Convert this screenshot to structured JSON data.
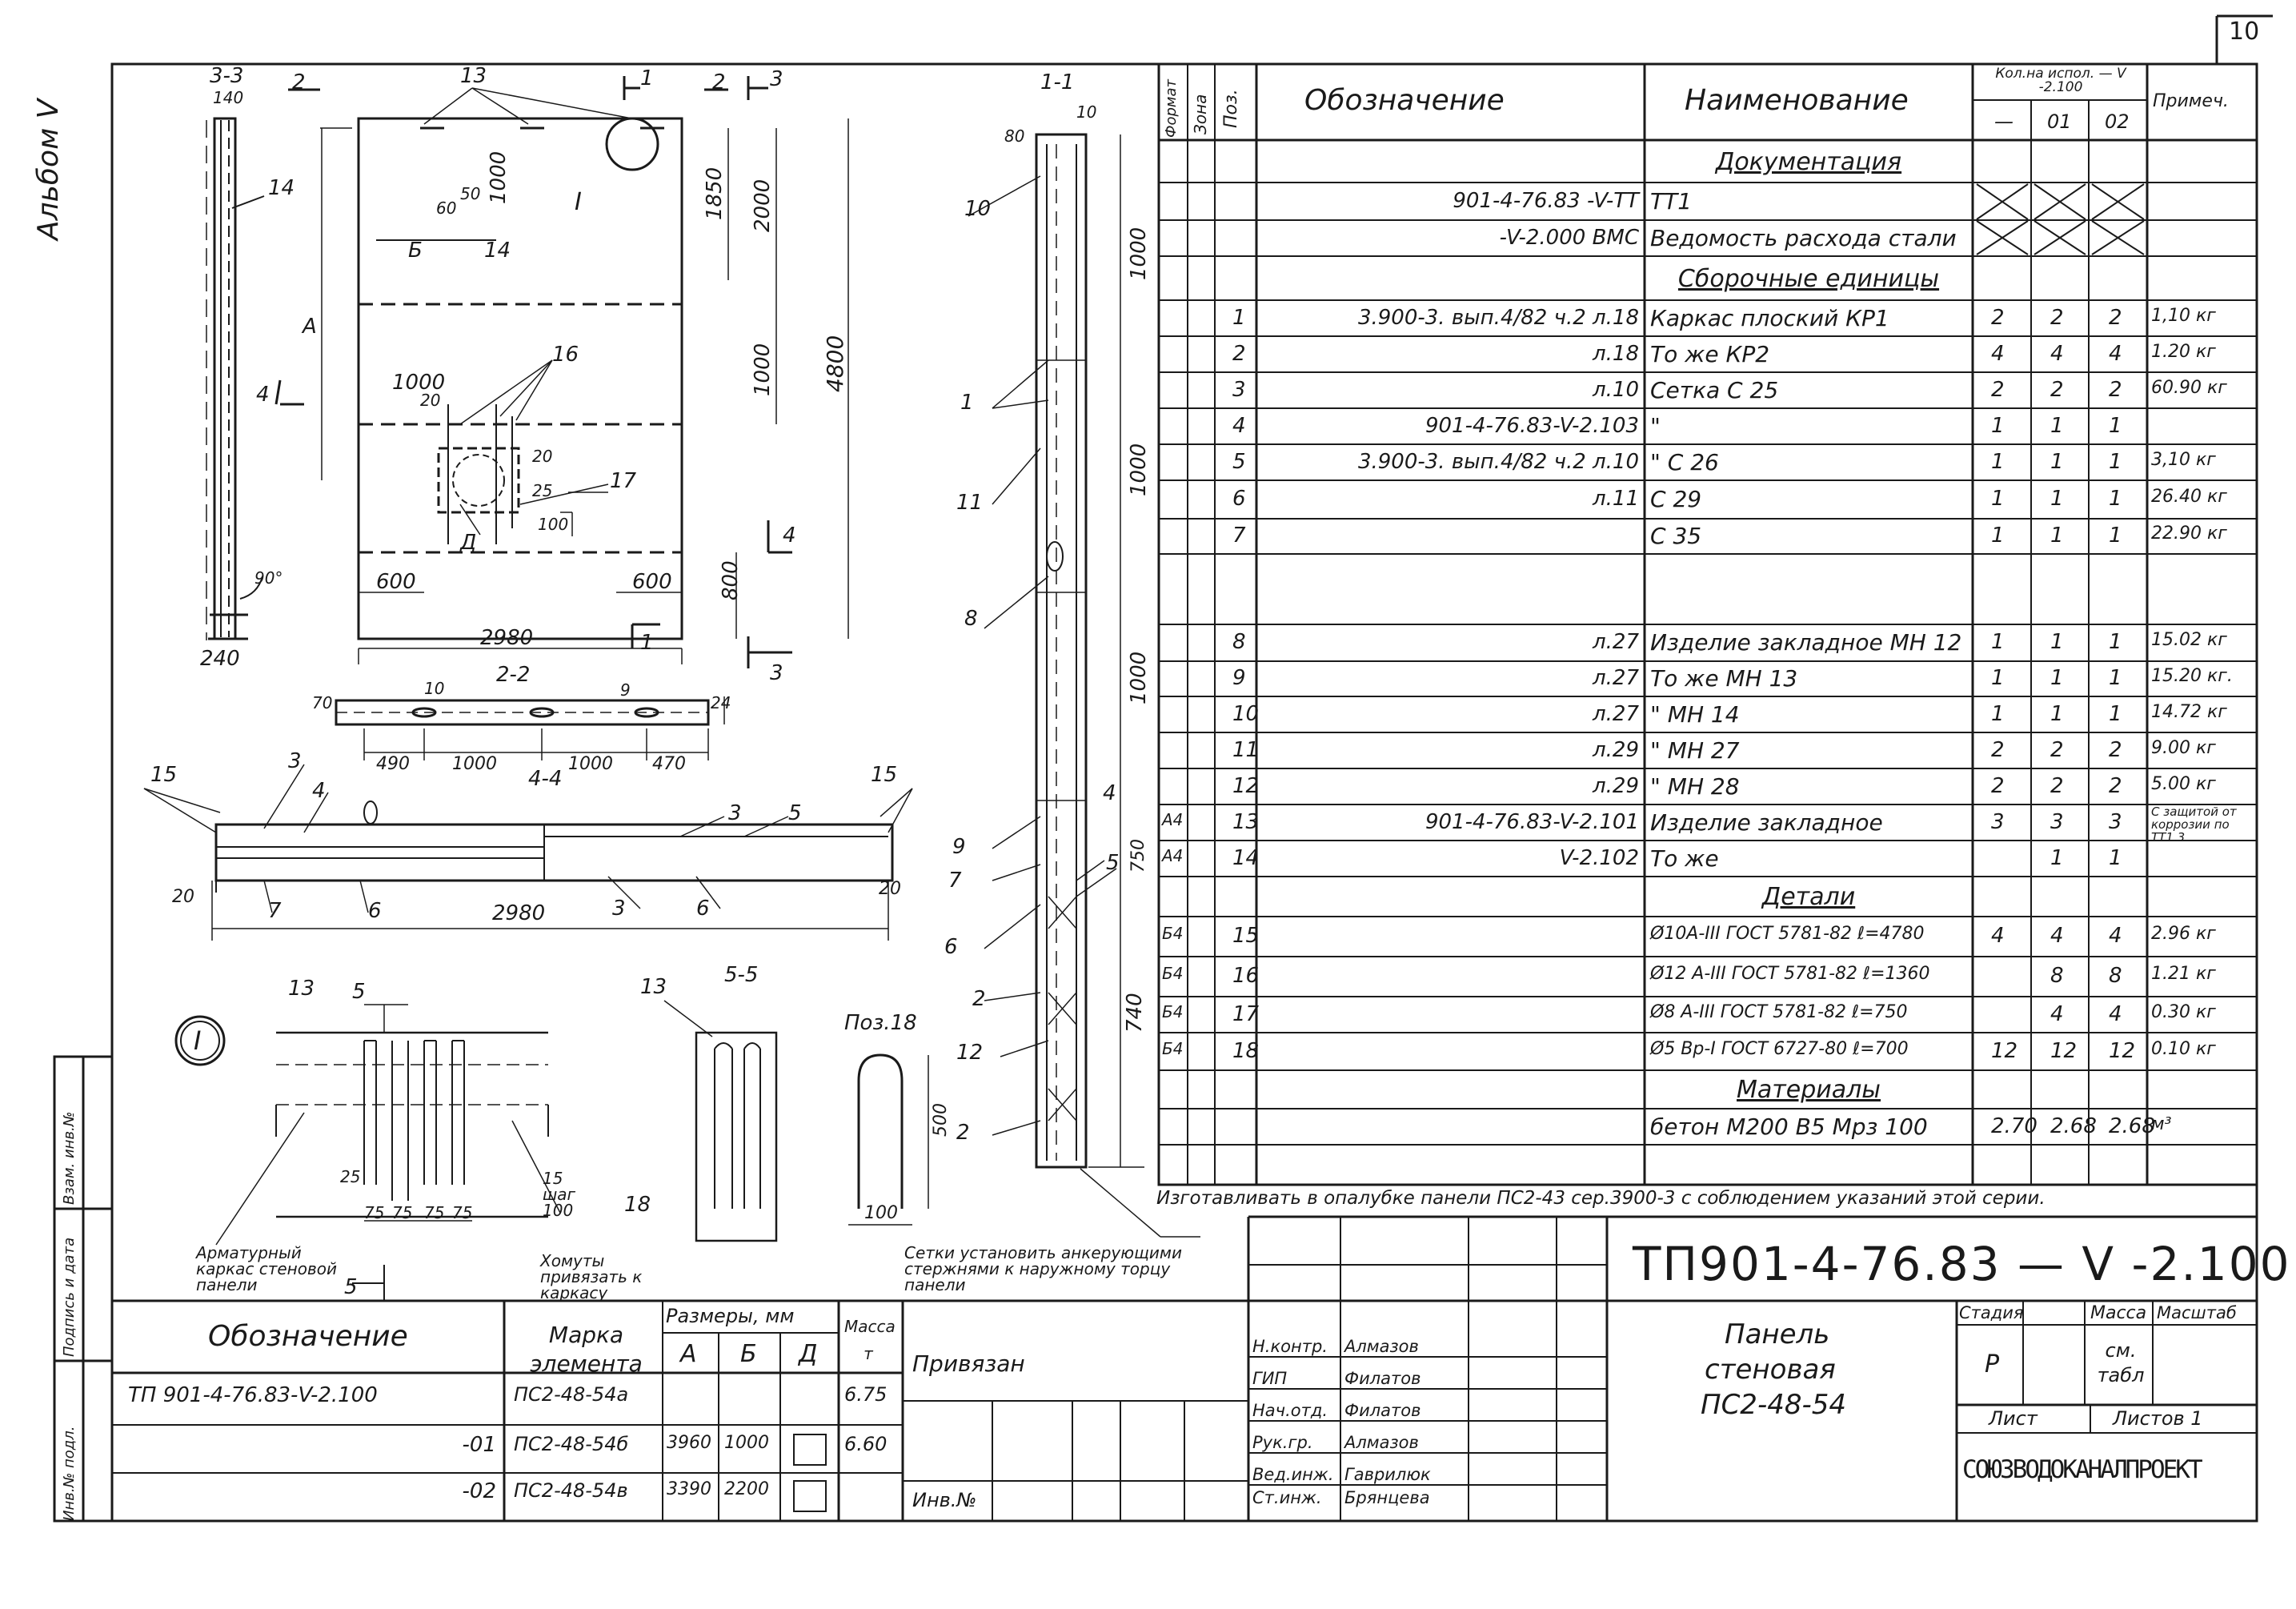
{
  "sheet": {
    "page_number": "10",
    "album": "Альбом V",
    "code": "ТП901-4-76.83 — V -2.100",
    "org": "СОЮЗВОДОКАНАЛПРОЕКТ",
    "product_name": [
      "Панель",
      "стеновая",
      "ПС2-48-54"
    ],
    "stage_header": "Стадия",
    "mass_header": "Масса",
    "scale_header": "Масштаб",
    "stage_value": "Р",
    "mass_value": "см. табл",
    "sheet_label": "Лист",
    "sheets_label": "Листов 1",
    "binding_label": "Привязан",
    "inv_label": "Инв.№",
    "side_stamp": [
      "Инв.№ подл.",
      "Подпись и дата",
      "Взам. инв.№"
    ]
  },
  "signatures": [
    {
      "role": "Н.контр.",
      "name": "Алмазов"
    },
    {
      "role": "ГИП",
      "name": "Филатов"
    },
    {
      "role": "Нач.отд.",
      "name": "Филатов"
    },
    {
      "role": "Рук.гр.",
      "name": "Алмазов"
    },
    {
      "role": "Вед.инж.",
      "name": "Гаврилюк"
    },
    {
      "role": "Ст.инж.",
      "name": "Брянцева"
    }
  ],
  "spec": {
    "headers": {
      "format": "Формат",
      "zone": "Зона",
      "pos": "Поз.",
      "designation": "Обозначение",
      "name": "Наименование",
      "qty": "Кол.на испол. — V -2.100",
      "qty_cols": [
        "—",
        "01",
        "02"
      ],
      "note": "Примеч."
    },
    "rows": [
      {
        "format": "",
        "pos": "",
        "designation": "",
        "name": "Документация",
        "q0": "",
        "q1": "",
        "q2": "",
        "note": "",
        "section": true
      },
      {
        "format": "",
        "pos": "",
        "designation": "901-4-76.83 -V-ТТ",
        "name": "ТТ1",
        "q0": "",
        "q1": "",
        "q2": "",
        "note": "",
        "cross": true
      },
      {
        "format": "",
        "pos": "",
        "designation": "-V-2.000 ВМС",
        "name": "Ведомость расхода стали",
        "q0": "",
        "q1": "",
        "q2": "",
        "note": "",
        "cross": true
      },
      {
        "format": "",
        "pos": "",
        "designation": "",
        "name": "Сборочные единицы",
        "q0": "",
        "q1": "",
        "q2": "",
        "note": "",
        "section": true
      },
      {
        "format": "",
        "pos": "1",
        "designation": "3.900-3. вып.4/82 ч.2 л.18",
        "name": "Каркас плоский КР1",
        "q0": "2",
        "q1": "2",
        "q2": "2",
        "note": "1,10 кг"
      },
      {
        "format": "",
        "pos": "2",
        "designation": "л.18",
        "name": "То же КР2",
        "q0": "4",
        "q1": "4",
        "q2": "4",
        "note": "1.20 кг"
      },
      {
        "format": "",
        "pos": "3",
        "designation": "л.10",
        "name": "Сетка С 25",
        "q0": "2",
        "q1": "2",
        "q2": "2",
        "note": "60.90 кг"
      },
      {
        "format": "",
        "pos": "4",
        "designation": "901-4-76.83-V-2.103",
        "name": "\"",
        "q0": "1",
        "q1": "1",
        "q2": "1",
        "note": ""
      },
      {
        "format": "",
        "pos": "5",
        "designation": "3.900-3. вып.4/82 ч.2 л.10",
        "name": "\" С 26",
        "q0": "1",
        "q1": "1",
        "q2": "1",
        "note": "3,10 кг"
      },
      {
        "format": "",
        "pos": "6",
        "designation": "л.11",
        "name": "С 29",
        "q0": "1",
        "q1": "1",
        "q2": "1",
        "note": "26.40 кг"
      },
      {
        "format": "",
        "pos": "7",
        "designation": "",
        "name": "С 35",
        "q0": "1",
        "q1": "1",
        "q2": "1",
        "note": "22.90 кг"
      },
      {
        "format": "",
        "pos": "",
        "designation": "",
        "name": "",
        "q0": "",
        "q1": "",
        "q2": "",
        "note": ""
      },
      {
        "format": "",
        "pos": "8",
        "designation": "л.27",
        "name": "Изделие закладное МН 12",
        "q0": "1",
        "q1": "1",
        "q2": "1",
        "note": "15.02 кг"
      },
      {
        "format": "",
        "pos": "9",
        "designation": "л.27",
        "name": "То же МН 13",
        "q0": "1",
        "q1": "1",
        "q2": "1",
        "note": "15.20 кг."
      },
      {
        "format": "",
        "pos": "10",
        "designation": "л.27",
        "name": "\" МН 14",
        "q0": "1",
        "q1": "1",
        "q2": "1",
        "note": "14.72 кг"
      },
      {
        "format": "",
        "pos": "11",
        "designation": "л.29",
        "name": "\" МН 27",
        "q0": "2",
        "q1": "2",
        "q2": "2",
        "note": "9.00 кг"
      },
      {
        "format": "",
        "pos": "12",
        "designation": "л.29",
        "name": "\" МН 28",
        "q0": "2",
        "q1": "2",
        "q2": "2",
        "note": "5.00 кг"
      },
      {
        "format": "А4",
        "pos": "13",
        "designation": "901-4-76.83-V-2.101",
        "name": "Изделие закладное",
        "q0": "3",
        "q1": "3",
        "q2": "3",
        "note": "С защитой от коррозии по ТТ1.3"
      },
      {
        "format": "А4",
        "pos": "14",
        "designation": "V-2.102",
        "name": "То же",
        "q0": "",
        "q1": "1",
        "q2": "1",
        "note": ""
      },
      {
        "format": "",
        "pos": "",
        "designation": "",
        "name": "Детали",
        "q0": "",
        "q1": "",
        "q2": "",
        "note": "",
        "section": true
      },
      {
        "format": "Б4",
        "pos": "15",
        "designation": "",
        "name": "Ø10А-III ГОСТ 5781-82 ℓ=4780",
        "q0": "4",
        "q1": "4",
        "q2": "4",
        "note": "2.96 кг"
      },
      {
        "format": "Б4",
        "pos": "16",
        "designation": "",
        "name": "Ø12 А-III ГОСТ 5781-82 ℓ=1360",
        "q0": "",
        "q1": "8",
        "q2": "8",
        "note": "1.21 кг"
      },
      {
        "format": "Б4",
        "pos": "17",
        "designation": "",
        "name": "Ø8 А-III ГОСТ 5781-82 ℓ=750",
        "q0": "",
        "q1": "4",
        "q2": "4",
        "note": "0.30 кг"
      },
      {
        "format": "Б4",
        "pos": "18",
        "designation": "",
        "name": "Ø5 Вр-I ГОСТ 6727-80 ℓ=700",
        "q0": "12",
        "q1": "12",
        "q2": "12",
        "note": "0.10 кг"
      },
      {
        "format": "",
        "pos": "",
        "designation": "",
        "name": "Материалы",
        "q0": "",
        "q1": "",
        "q2": "",
        "note": "",
        "section": true
      },
      {
        "format": "",
        "pos": "",
        "designation": "",
        "name": "бетон М200 В5 Мрз 100",
        "q0": "2.70",
        "q1": "2.68",
        "q2": "2.68",
        "note": "м³"
      }
    ],
    "footnote": "Изготавливать в опалубке панели ПС2-43 сер.3900-3 с соблюдением указаний этой серии."
  },
  "marks_table": {
    "headers": {
      "designation": "Обозначение",
      "mark": "Марка элемента",
      "sizes": "Размеры, мм",
      "A": "А",
      "B": "Б",
      "D": "Д",
      "mass": "Масса т"
    },
    "rows": [
      {
        "designation": "ТП 901-4-76.83-V-2.100",
        "mark": "ПС2-48-54а",
        "A": "",
        "B": "",
        "D": "",
        "mass": "6.75"
      },
      {
        "designation": "-01",
        "mark": "ПС2-48-54б",
        "A": "3960",
        "B": "1000",
        "D": "",
        "mass": "6.60"
      },
      {
        "designation": "-02",
        "mark": "ПС2-48-54в",
        "A": "3390",
        "B": "2200",
        "D": "",
        "mass": ""
      }
    ]
  },
  "annotations": {
    "sec33": "3-3",
    "sec22": "2-2",
    "sec44": "4-4",
    "sec11": "1-1",
    "sec55": "5-5",
    "node": "I",
    "pos18": "Поз.18",
    "note_mesh": "Сетки установить анкерующими стержнями к наружному торцу панели",
    "note_cage": "Арматурный каркас стеновой панели",
    "note_clamps": "Хомуты привязать к каркасу",
    "note_step": "15 шаг 100",
    "dims": {
      "d140": "140",
      "d240": "240",
      "d90": "90°",
      "d2980": "2980",
      "d4800": "4800",
      "d2000": "2000",
      "d1850": "1850",
      "d1000": "1000",
      "d800": "800",
      "d600": "600",
      "d50": "50",
      "d60": "60",
      "d20": "20",
      "d25": "25",
      "d100": "100",
      "d70": "70",
      "d490": "490",
      "d470": "470",
      "d80": "80",
      "d10": "10",
      "d750": "750",
      "d740": "740",
      "d500": "500",
      "d75": "75"
    }
  }
}
